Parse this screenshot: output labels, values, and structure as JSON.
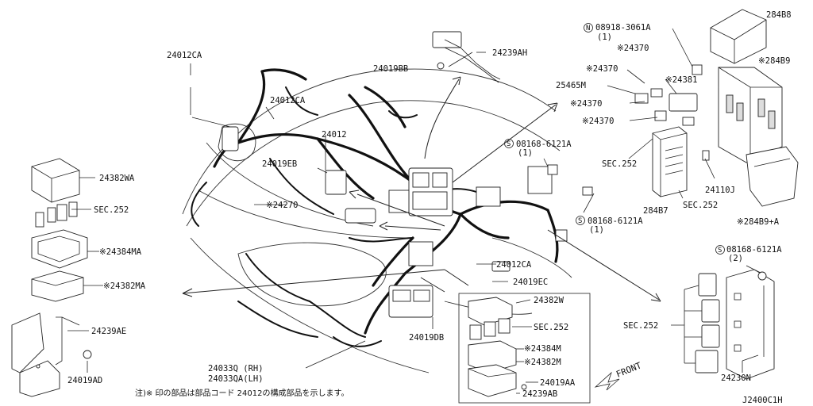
{
  "labels": {
    "l_24012ca_top": "24012CA",
    "l_24012ca_mid": "24012CA",
    "l_24012": "24012",
    "l_24019eb": "24019EB",
    "l_24270": "※24270",
    "l_24019bb": "24019BB",
    "l_24239ah": "24239AH",
    "l_n_08918": "08918-3061A",
    "l_n_08918_qty": "(1)",
    "l_24370_a": "※24370",
    "l_24370_b": "※24370",
    "l_24370_c": "※24370",
    "l_24370_d": "※24370",
    "l_25465m": "25465M",
    "l_24381": "※24381",
    "l_284b8": "284B8",
    "l_284b9": "※284B9",
    "l_s_08168_a": "08168-6121A",
    "l_s_08168_a_qty": "(1)",
    "l_sec252_right": "SEC.252",
    "l_284b7": "284B7",
    "l_24110j": "24110J",
    "l_sec252_box": "SEC.252",
    "l_284b9a": "※284B9+A",
    "l_s_08168_b": "08168-6121A",
    "l_s_08168_b_qty": "(1)",
    "l_24382wa": "24382WA",
    "l_sec252_left": "SEC.252",
    "l_24384ma": "※24384MA",
    "l_24382ma": "※24382MA",
    "l_24239ae": "24239AE",
    "l_24019ad": "24019AD",
    "l_24012ca_low": "24012CA",
    "l_24019ec": "24019EC",
    "l_24019db": "24019DB",
    "l_24033q": "24033Q (RH)",
    "l_24033qa": "24033QA(LH)",
    "l_24382w": "24382W",
    "l_sec252_inset": "SEC.252",
    "l_24384m": "※24384M",
    "l_24382m": "※24382M",
    "l_24019aa": "24019AA",
    "l_24239ab": "24239AB",
    "l_front": "FRONT",
    "l_s_08168_c": "08168-6121A",
    "l_s_08168_c_qty": "(2)",
    "l_sec252_relay": "SEC.252",
    "l_24230n": "24230N",
    "note": "注)※ 印の部品は部品コード 24012の構成部品を示します。",
    "diagram_id": "J2400C1H"
  },
  "symbols": {
    "n_symbol": "N",
    "s_symbol": "S"
  }
}
